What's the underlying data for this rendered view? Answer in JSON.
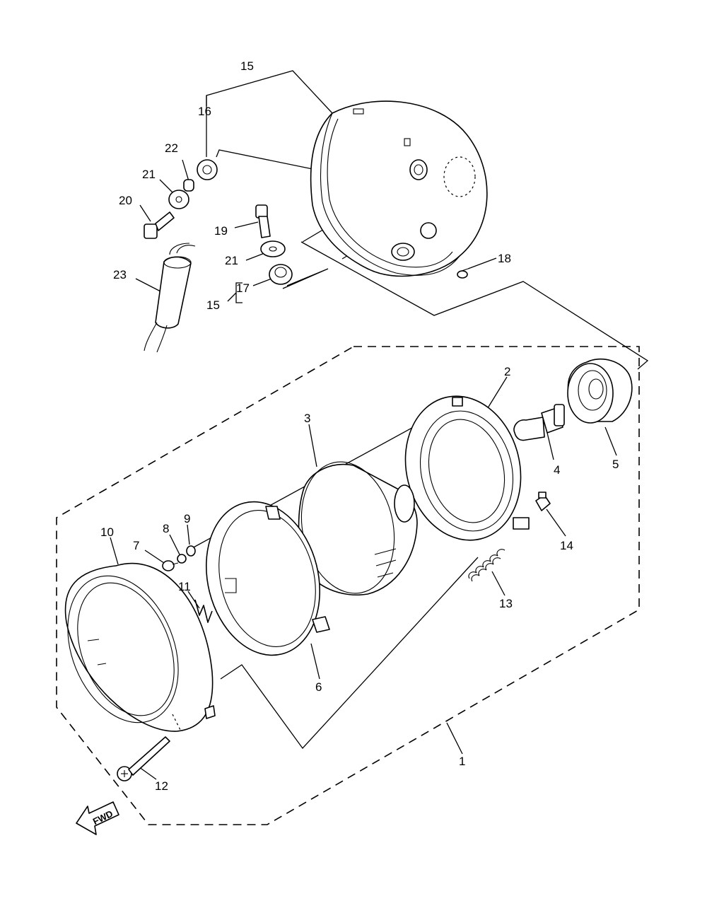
{
  "callouts": [
    {
      "id": "c15a",
      "text": "15"
    },
    {
      "id": "c16",
      "text": "16"
    },
    {
      "id": "c22",
      "text": "22"
    },
    {
      "id": "c21a",
      "text": "21"
    },
    {
      "id": "c20",
      "text": "20"
    },
    {
      "id": "c19",
      "text": "19"
    },
    {
      "id": "c21b",
      "text": "21"
    },
    {
      "id": "c23",
      "text": "23"
    },
    {
      "id": "c17",
      "text": "17"
    },
    {
      "id": "c15b",
      "text": "15"
    },
    {
      "id": "c18",
      "text": "18"
    },
    {
      "id": "c2",
      "text": "2"
    },
    {
      "id": "c3",
      "text": "3"
    },
    {
      "id": "c4",
      "text": "4"
    },
    {
      "id": "c5",
      "text": "5"
    },
    {
      "id": "c10",
      "text": "10"
    },
    {
      "id": "c8",
      "text": "8"
    },
    {
      "id": "c9",
      "text": "9"
    },
    {
      "id": "c7",
      "text": "7"
    },
    {
      "id": "c14",
      "text": "14"
    },
    {
      "id": "c11",
      "text": "11"
    },
    {
      "id": "c13",
      "text": "13"
    },
    {
      "id": "c6",
      "text": "6"
    },
    {
      "id": "c1",
      "text": "1"
    },
    {
      "id": "c12",
      "text": "12"
    }
  ],
  "fwd_label": "FWD",
  "icons": [
    "fwd-arrow-icon"
  ]
}
